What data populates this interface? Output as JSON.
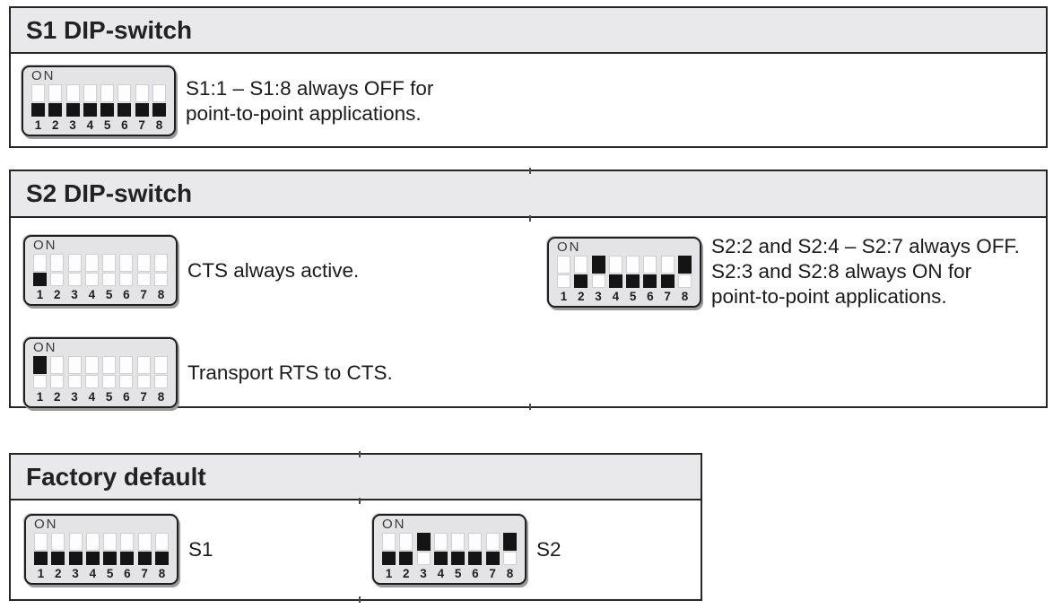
{
  "theme": {
    "page_bg": "#ffffff",
    "border_color": "#262626",
    "header_bg": "#e9e9eb",
    "text_color": "#1b1b1b",
    "dip_body_bg": "#e4e4e6",
    "dip_handle_color": "#141414",
    "dip_slot_color": "#fdfdfd"
  },
  "dip_common": {
    "on_label": "ON",
    "numbers": [
      "1",
      "2",
      "3",
      "4",
      "5",
      "6",
      "7",
      "8"
    ]
  },
  "sections": [
    {
      "title": "S1 DIP-switch",
      "diagrams": [
        {
          "name": "s1-all-off",
          "states": [
            "off",
            "off",
            "off",
            "off",
            "off",
            "off",
            "off",
            "off"
          ],
          "caption_lines": [
            "S1:1 – S1:8 always OFF for",
            "point-to-point applications."
          ]
        }
      ]
    },
    {
      "title": "S2 DIP-switch",
      "diagrams": [
        {
          "name": "s2-cts-always-active",
          "states": [
            "off",
            "na",
            "na",
            "na",
            "na",
            "na",
            "na",
            "na"
          ],
          "caption_lines": [
            "CTS always active."
          ]
        },
        {
          "name": "s2-point-to-point",
          "states": [
            "na",
            "off",
            "on",
            "off",
            "off",
            "off",
            "off",
            "on"
          ],
          "caption_lines": [
            "S2:2 and S2:4 – S2:7 always OFF.",
            "S2:3 and S2:8 always ON for",
            "point-to-point applications."
          ]
        },
        {
          "name": "s2-transport-rts-to-cts",
          "states": [
            "on",
            "na",
            "na",
            "na",
            "na",
            "na",
            "na",
            "na"
          ],
          "caption_lines": [
            "Transport RTS to CTS."
          ]
        }
      ]
    },
    {
      "title": "Factory default",
      "diagrams": [
        {
          "name": "factory-s1",
          "states": [
            "off",
            "off",
            "off",
            "off",
            "off",
            "off",
            "off",
            "off"
          ],
          "caption_lines": [
            "S1"
          ]
        },
        {
          "name": "factory-s2",
          "states": [
            "off",
            "off",
            "on",
            "off",
            "off",
            "off",
            "off",
            "on"
          ],
          "caption_lines": [
            "S2"
          ]
        }
      ]
    }
  ]
}
